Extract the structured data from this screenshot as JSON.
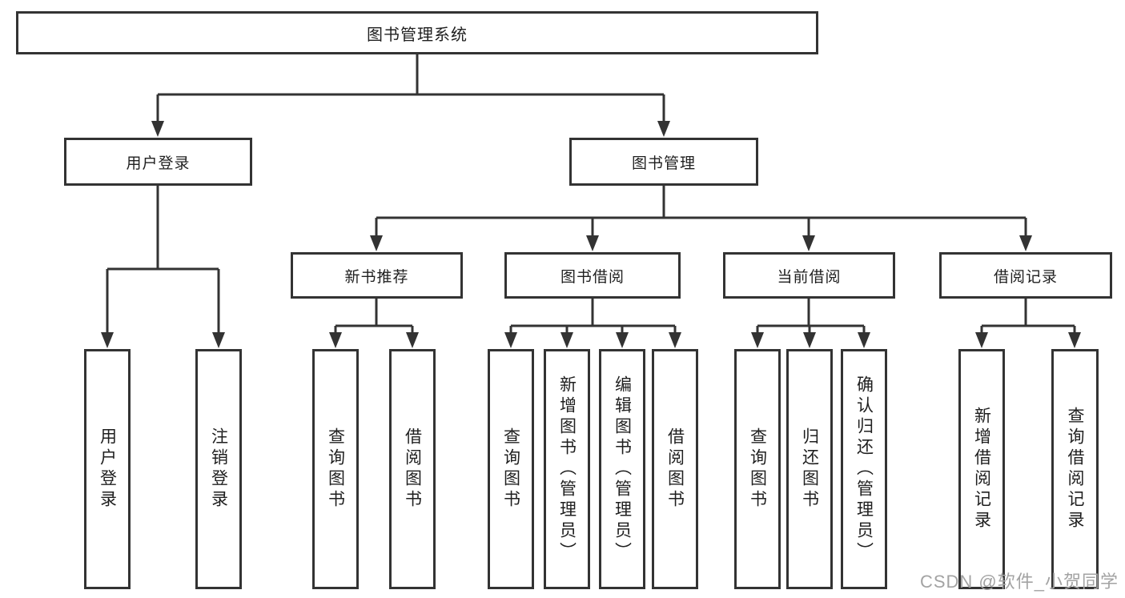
{
  "diagram": {
    "type": "hierarchy",
    "tree": {
      "label": "图书管理系统",
      "children": [
        {
          "label": "用户登录",
          "children": [
            {
              "label": "用户登录"
            },
            {
              "label": "注销登录"
            }
          ]
        },
        {
          "label": "图书管理",
          "children": [
            {
              "label": "新书推荐",
              "children": [
                {
                  "label": "查询图书"
                },
                {
                  "label": "借阅图书"
                }
              ]
            },
            {
              "label": "图书借阅",
              "children": [
                {
                  "label": "查询图书"
                },
                {
                  "label": "新增图书（管理员）"
                },
                {
                  "label": "编辑图书（管理员）"
                },
                {
                  "label": "借阅图书"
                }
              ]
            },
            {
              "label": "当前借阅",
              "children": [
                {
                  "label": "查询图书"
                },
                {
                  "label": "归还图书"
                },
                {
                  "label": "确认归还（管理员）"
                }
              ]
            },
            {
              "label": "借阅记录",
              "children": [
                {
                  "label": "新增借阅记录"
                },
                {
                  "label": "查询借阅记录"
                }
              ]
            }
          ]
        }
      ]
    }
  },
  "watermark": {
    "text": "CSDN @软件_小贺同学"
  },
  "colors": {
    "line": "#333333",
    "text": "#1f1f1f",
    "watermark": "#a3a3a3",
    "background": "#ffffff"
  }
}
